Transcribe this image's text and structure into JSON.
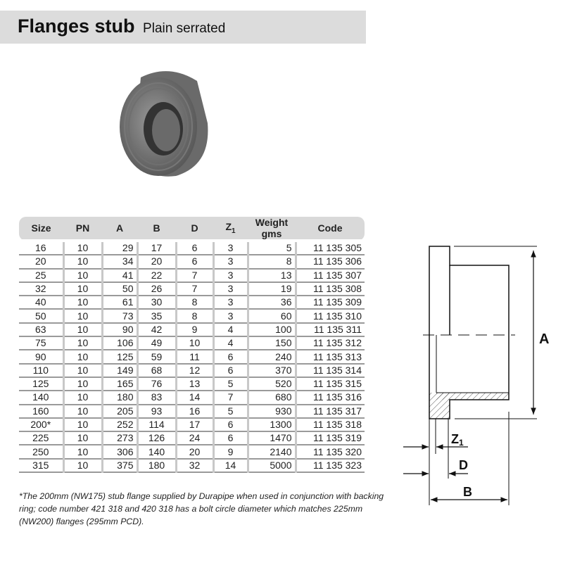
{
  "title": {
    "main": "Flanges stub",
    "sub": "Plain serrated"
  },
  "table": {
    "headers": [
      "Size",
      "PN",
      "A",
      "B",
      "D",
      "Z1",
      "Weight gms",
      "Code"
    ],
    "rows": [
      [
        "16",
        "10",
        "29",
        "17",
        "6",
        "3",
        "5",
        "11 135 305"
      ],
      [
        "20",
        "10",
        "34",
        "20",
        "6",
        "3",
        "8",
        "11 135 306"
      ],
      [
        "25",
        "10",
        "41",
        "22",
        "7",
        "3",
        "13",
        "11 135 307"
      ],
      [
        "32",
        "10",
        "50",
        "26",
        "7",
        "3",
        "19",
        "11 135 308"
      ],
      [
        "40",
        "10",
        "61",
        "30",
        "8",
        "3",
        "36",
        "11 135 309"
      ],
      [
        "50",
        "10",
        "73",
        "35",
        "8",
        "3",
        "60",
        "11 135 310"
      ],
      [
        "63",
        "10",
        "90",
        "42",
        "9",
        "4",
        "100",
        "11 135 311"
      ],
      [
        "75",
        "10",
        "106",
        "49",
        "10",
        "4",
        "150",
        "11 135 312"
      ],
      [
        "90",
        "10",
        "125",
        "59",
        "11",
        "6",
        "240",
        "11 135 313"
      ],
      [
        "110",
        "10",
        "149",
        "68",
        "12",
        "6",
        "370",
        "11 135 314"
      ],
      [
        "125",
        "10",
        "165",
        "76",
        "13",
        "5",
        "520",
        "11 135 315"
      ],
      [
        "140",
        "10",
        "180",
        "83",
        "14",
        "7",
        "680",
        "11 135 316"
      ],
      [
        "160",
        "10",
        "205",
        "93",
        "16",
        "5",
        "930",
        "11 135 317"
      ],
      [
        "200*",
        "10",
        "252",
        "114",
        "17",
        "6",
        "1300",
        "11 135 318"
      ],
      [
        "225",
        "10",
        "273",
        "126",
        "24",
        "6",
        "1470",
        "11 135 319"
      ],
      [
        "250",
        "10",
        "306",
        "140",
        "20",
        "9",
        "2140",
        "11 135 320"
      ],
      [
        "315",
        "10",
        "375",
        "180",
        "32",
        "14",
        "5000",
        "11 135 323"
      ]
    ]
  },
  "note": "*The 200mm (NW175) stub flange supplied by Durapipe when used in conjunction with backing ring; code number 421 318 and 420 318 has a bolt circle diameter which matches 225mm (NW200) flanges (295mm PCD).",
  "diagram": {
    "label_a": "A",
    "label_z": "Z",
    "label_z_sub": "1",
    "label_d": "D",
    "label_b": "B"
  }
}
